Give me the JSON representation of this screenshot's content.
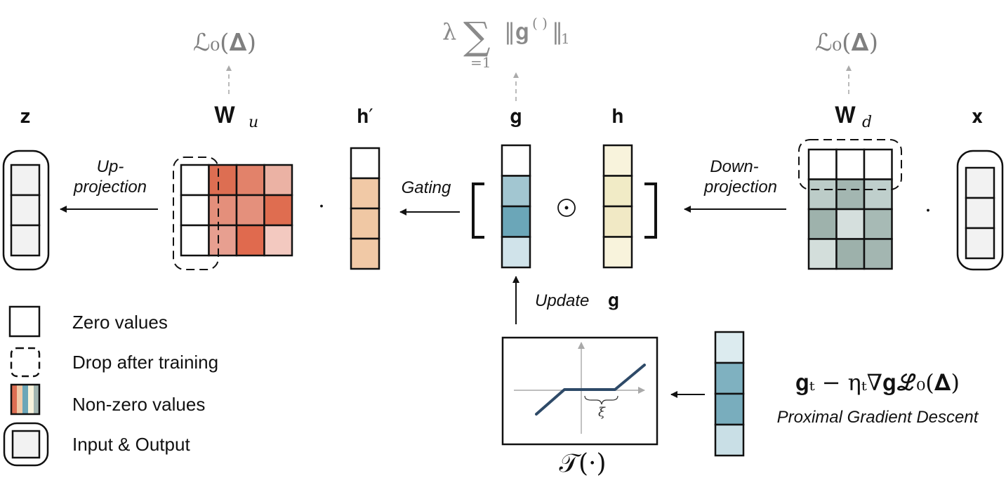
{
  "top_formulas": {
    "left_loss": "ℒ₀(𝚫)",
    "right_loss": "ℒ₀(𝚫)",
    "middle_reg": {
      "lambda": "λ",
      "sum": "∑",
      "norm": "‖𝐠",
      "superscript": "( )",
      "norm_end": "‖",
      "subscript": "1",
      "sum_lower": "=1"
    }
  },
  "labels": {
    "z": "𝐳",
    "Wu_main": "𝐖",
    "Wu_sub": "u",
    "h_prime": "𝐡′",
    "g": "𝐠",
    "h": "𝐡",
    "Wd_main": "𝐖",
    "Wd_sub": "d",
    "x": "𝐱"
  },
  "operators": {
    "dot_left": "·",
    "dot_right": "·",
    "hadamard": "⊙"
  },
  "arrow_labels": {
    "up_projection_1": "Up-",
    "up_projection_2": "projection",
    "gating": "Gating",
    "down_projection_1": "Down-",
    "down_projection_2": "projection",
    "update": "Update",
    "update_symbol": "𝐠"
  },
  "threshold": {
    "function_label": "𝒯(·)",
    "xi": "ξ"
  },
  "gradient": {
    "formula": "𝐠ₜ − ηₜ∇𝐠ℒ₀(𝚫)",
    "caption": "Proximal Gradient Descent"
  },
  "legend": [
    {
      "label": "Zero values"
    },
    {
      "label": "Drop after training"
    },
    {
      "label": "Non-zero values"
    },
    {
      "label": "Input & Output"
    }
  ],
  "colors": {
    "Wu": [
      "#ffffff",
      "#dd6e52",
      "#e2826a",
      "#ebb2a4",
      "#ffffff",
      "#e48f7b",
      "#e4907c",
      "#df6d50",
      "#ffffff",
      "#e79f90",
      "#e06a4e",
      "#f3c9c0"
    ],
    "h_prime": [
      "#ffffff",
      "#f1c9a6",
      "#f0c8a4",
      "#f1c9a6"
    ],
    "g": [
      "#ffffff",
      "#a2c6d1",
      "#6ba6b8",
      "#d0e3ea"
    ],
    "h": [
      "#f8f3dc",
      "#f1ebc6",
      "#f1e9c5",
      "#f8f3dc"
    ],
    "Wd": [
      "#ffffff",
      "#ffffff",
      "#ffffff",
      "#bcccc8",
      "#a3b6b1",
      "#bfcfcc",
      "#9eb2ac",
      "#d5dfdd",
      "#a7bab5",
      "#d3dedb",
      "#9db1ab",
      "#a3b6b1"
    ],
    "grad_vec": [
      "#dcebef",
      "#7fb1c0",
      "#79adbd",
      "#c9dfe6"
    ],
    "io_cells": "#f2f2f2",
    "legend_stripes": [
      "#dd6e52",
      "#f1c9a6",
      "#6ba6b8",
      "#f8f3dc",
      "#a3b6b1"
    ],
    "threshold_curve": "#2e4a68",
    "muted_text": "#7f7f7f"
  }
}
